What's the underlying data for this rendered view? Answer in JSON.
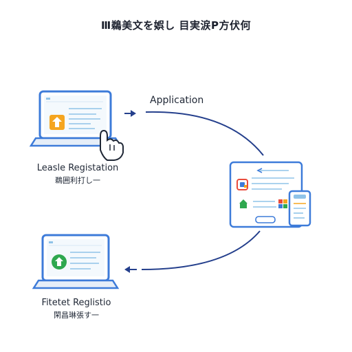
{
  "header": {
    "title": "Ⅲ鵜美文を娯し 目実涙P方伏何"
  },
  "flow": {
    "top_label": "Application"
  },
  "top_laptop": {
    "caption": "Leasle Registation",
    "subcaption": "鵜囲利打し一"
  },
  "bottom_laptop": {
    "caption": "Fitetet Reglistio",
    "subcaption": "閑昌琳張す一"
  },
  "colors": {
    "laptop_frame": "#3d7bd9",
    "arrow": "#243f8c",
    "orange_badge": "#f5a51f",
    "green_badge": "#2fa84f",
    "screen_line": "#8fc3e8",
    "chip_colors": [
      "#e94b3c",
      "#f5a51f",
      "#3d7bd9",
      "#2fa84f"
    ]
  },
  "icons": [
    "laptop-icon",
    "hand-cursor-icon",
    "house-icon",
    "arrow-right-icon",
    "arrow-left-icon",
    "document-icon",
    "phone-icon",
    "back-arrow-icon"
  ]
}
